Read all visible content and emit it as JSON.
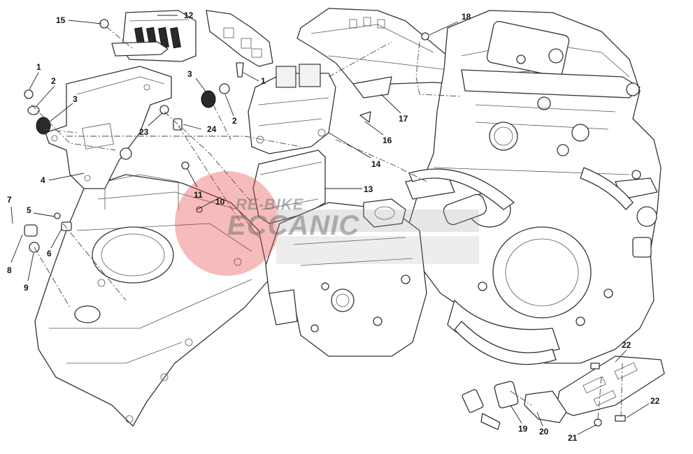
{
  "diagram": {
    "callouts": [
      {
        "id": "c15",
        "text": "15"
      },
      {
        "id": "c12",
        "text": "12"
      },
      {
        "id": "c1a",
        "text": "1"
      },
      {
        "id": "c2a",
        "text": "2"
      },
      {
        "id": "c3a",
        "text": "3"
      },
      {
        "id": "c3b",
        "text": "3"
      },
      {
        "id": "c1b",
        "text": "1"
      },
      {
        "id": "c2b",
        "text": "2"
      },
      {
        "id": "c23",
        "text": "23"
      },
      {
        "id": "c24",
        "text": "24"
      },
      {
        "id": "c4",
        "text": "4"
      },
      {
        "id": "c11",
        "text": "11"
      },
      {
        "id": "c10",
        "text": "10"
      },
      {
        "id": "c7",
        "text": "7"
      },
      {
        "id": "c5",
        "text": "5"
      },
      {
        "id": "c6",
        "text": "6"
      },
      {
        "id": "c8",
        "text": "8"
      },
      {
        "id": "c9",
        "text": "9"
      },
      {
        "id": "c18",
        "text": "18"
      },
      {
        "id": "c17",
        "text": "17"
      },
      {
        "id": "c16",
        "text": "16"
      },
      {
        "id": "c14",
        "text": "14"
      },
      {
        "id": "c13",
        "text": "13"
      },
      {
        "id": "c22a",
        "text": "22"
      },
      {
        "id": "c22b",
        "text": "22"
      },
      {
        "id": "c19",
        "text": "19"
      },
      {
        "id": "c20",
        "text": "20"
      },
      {
        "id": "c21",
        "text": "21"
      }
    ]
  },
  "watermark": {
    "line1": "RE-BIKE",
    "line2": "ECCANIC",
    "color": "#e63b3b"
  }
}
